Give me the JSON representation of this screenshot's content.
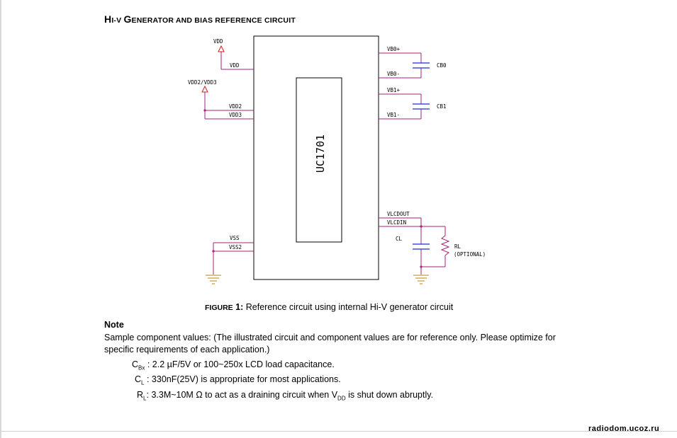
{
  "title": {
    "initial_h": "H",
    "rest_hi": "I-V ",
    "initial_g": "G",
    "rest": "ENERATOR AND BIAS REFERENCE CIRCUIT"
  },
  "schematic": {
    "chip_label": "UC1701",
    "supply_vdd": "VDD",
    "supply_vdd23": "VDD2/VDD3",
    "pins_left": [
      "VDD",
      "VDD2",
      "VDD3",
      "VSS",
      "VSS2"
    ],
    "pins_right": [
      "VB0+",
      "VB0-",
      "VB1+",
      "VB1-",
      "VLCDOUT",
      "VLCDIN"
    ],
    "cap_cb0": "CB0",
    "cap_cb1": "CB1",
    "cap_cl": "CL",
    "res_rl": "RL",
    "res_rl_note": "(OPTIONAL)",
    "colors": {
      "wire": "#aa1f7a",
      "cap": "#1a2fd6",
      "ground": "#b8860b",
      "outline": "#000000"
    }
  },
  "caption": {
    "figure_sc": "FIGURE",
    "figure_num": " 1:",
    "text": " Reference circuit using internal Hi-V generator circuit"
  },
  "note": {
    "heading": "Note",
    "body": "Sample component values: (The illustrated circuit and component values are for reference only. Please optimize for specific requirements of each application.)",
    "items": [
      {
        "sym": "C",
        "sub": "Bx",
        "colon": " :",
        "text": "  2.2 µF/5V or 100~250x LCD load capacitance."
      },
      {
        "sym": "C",
        "sub": "L",
        "colon": " :",
        "text": "  330nF(25V) is appropriate for most applications."
      },
      {
        "sym": "R",
        "sub": "L",
        "colon": ":",
        "text": "  3.3M~10M Ω to act as a draining circuit when V",
        "text_sub": "DD",
        "text_end": " is shut down abruptly."
      }
    ]
  },
  "watermark": "radiodom.ucoz.ru"
}
